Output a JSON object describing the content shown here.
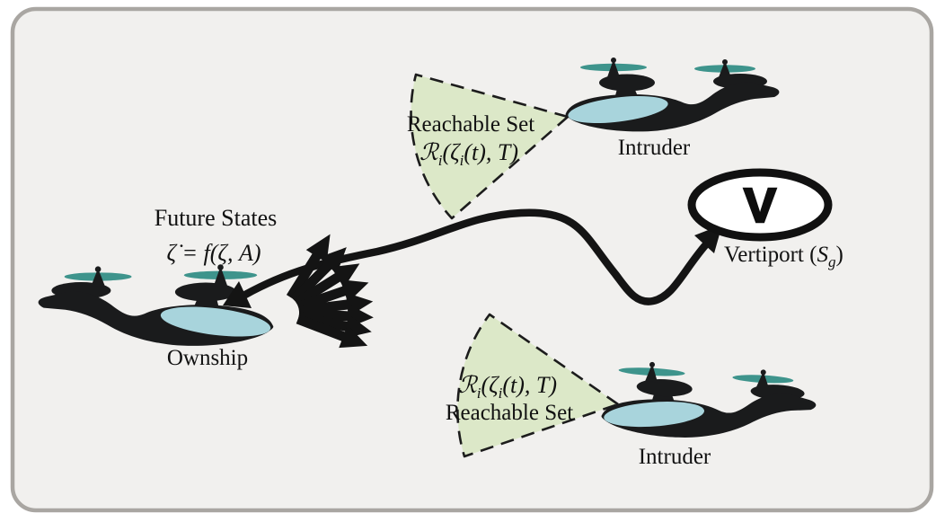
{
  "figure": {
    "panel": {
      "background": "#f1f0ee",
      "border_color": "#a9a6a2",
      "outer_background": "#ffffff"
    },
    "palette": {
      "ink": "#141414",
      "aircraft_body": "#1a1b1c",
      "canopy_blue": "#a8d4dc",
      "rotor_teal": "#3e948c",
      "cone_fill": "#dce8c8",
      "cone_stroke": "#1c1c1c",
      "vertiport_fill": "#ffffff",
      "vertiport_stroke": "#111111"
    }
  },
  "ownship": {
    "label": "Ownship"
  },
  "intruder_top": {
    "label": "Intruder"
  },
  "intruder_bottom": {
    "label": "Intruder"
  },
  "future_states": {
    "title": "Future States",
    "equation": {
      "lead": "ζ̇ = f(ζ, ",
      "script_a": "A",
      "close": ")"
    }
  },
  "reachable_set": {
    "label": "Reachable Set",
    "math": {
      "r": "ℛ",
      "sub_i1": "i",
      "mid": "(ζ",
      "sub_i2": "i",
      "tail": "(t), T)"
    }
  },
  "vertiport": {
    "symbol": "V",
    "label_lead": "Vertiport (",
    "label_script_s": "S",
    "label_sub": "g",
    "label_close": ")"
  }
}
